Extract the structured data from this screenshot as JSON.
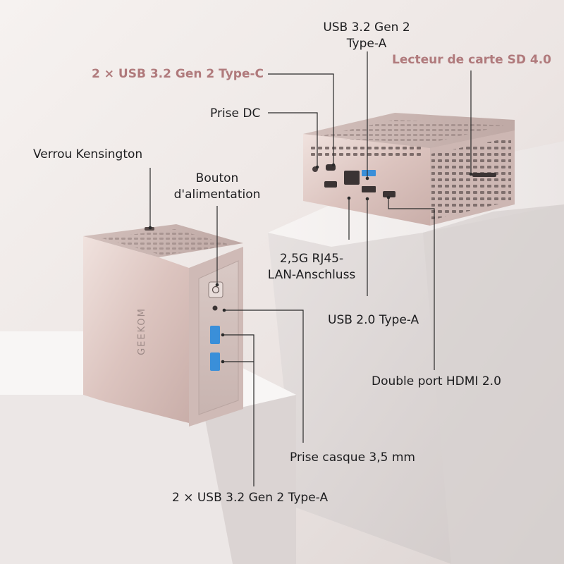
{
  "colors": {
    "accent_text": "#b07a7c",
    "label_text": "#1d1d1f",
    "device_body": "#dcc6c2",
    "background": "#efe9e6"
  },
  "device": {
    "brand_logo": "GEEKOM"
  },
  "labels": {
    "usb_32_gen2_typea_top": "USB 3.2 Gen 2\nType-A",
    "sd_card_reader": "Lecteur de carte SD 4.0",
    "usb_c_dual": "2 × USB 3.2 Gen 2 Type-C",
    "dc_jack": "Prise DC",
    "kensington_lock": "Verrou Kensington",
    "power_button": "Bouton\nd'alimentation",
    "lan_port": "2,5G RJ45-\nLAN-Anschluss",
    "usb_20_typea": "USB 2.0 Type-A",
    "dual_hdmi": "Double port HDMI 2.0",
    "headphone_jack": "Prise casque 3,5 mm",
    "usb_typea_dual_front": "2 × USB 3.2 Gen 2 Type-A"
  }
}
